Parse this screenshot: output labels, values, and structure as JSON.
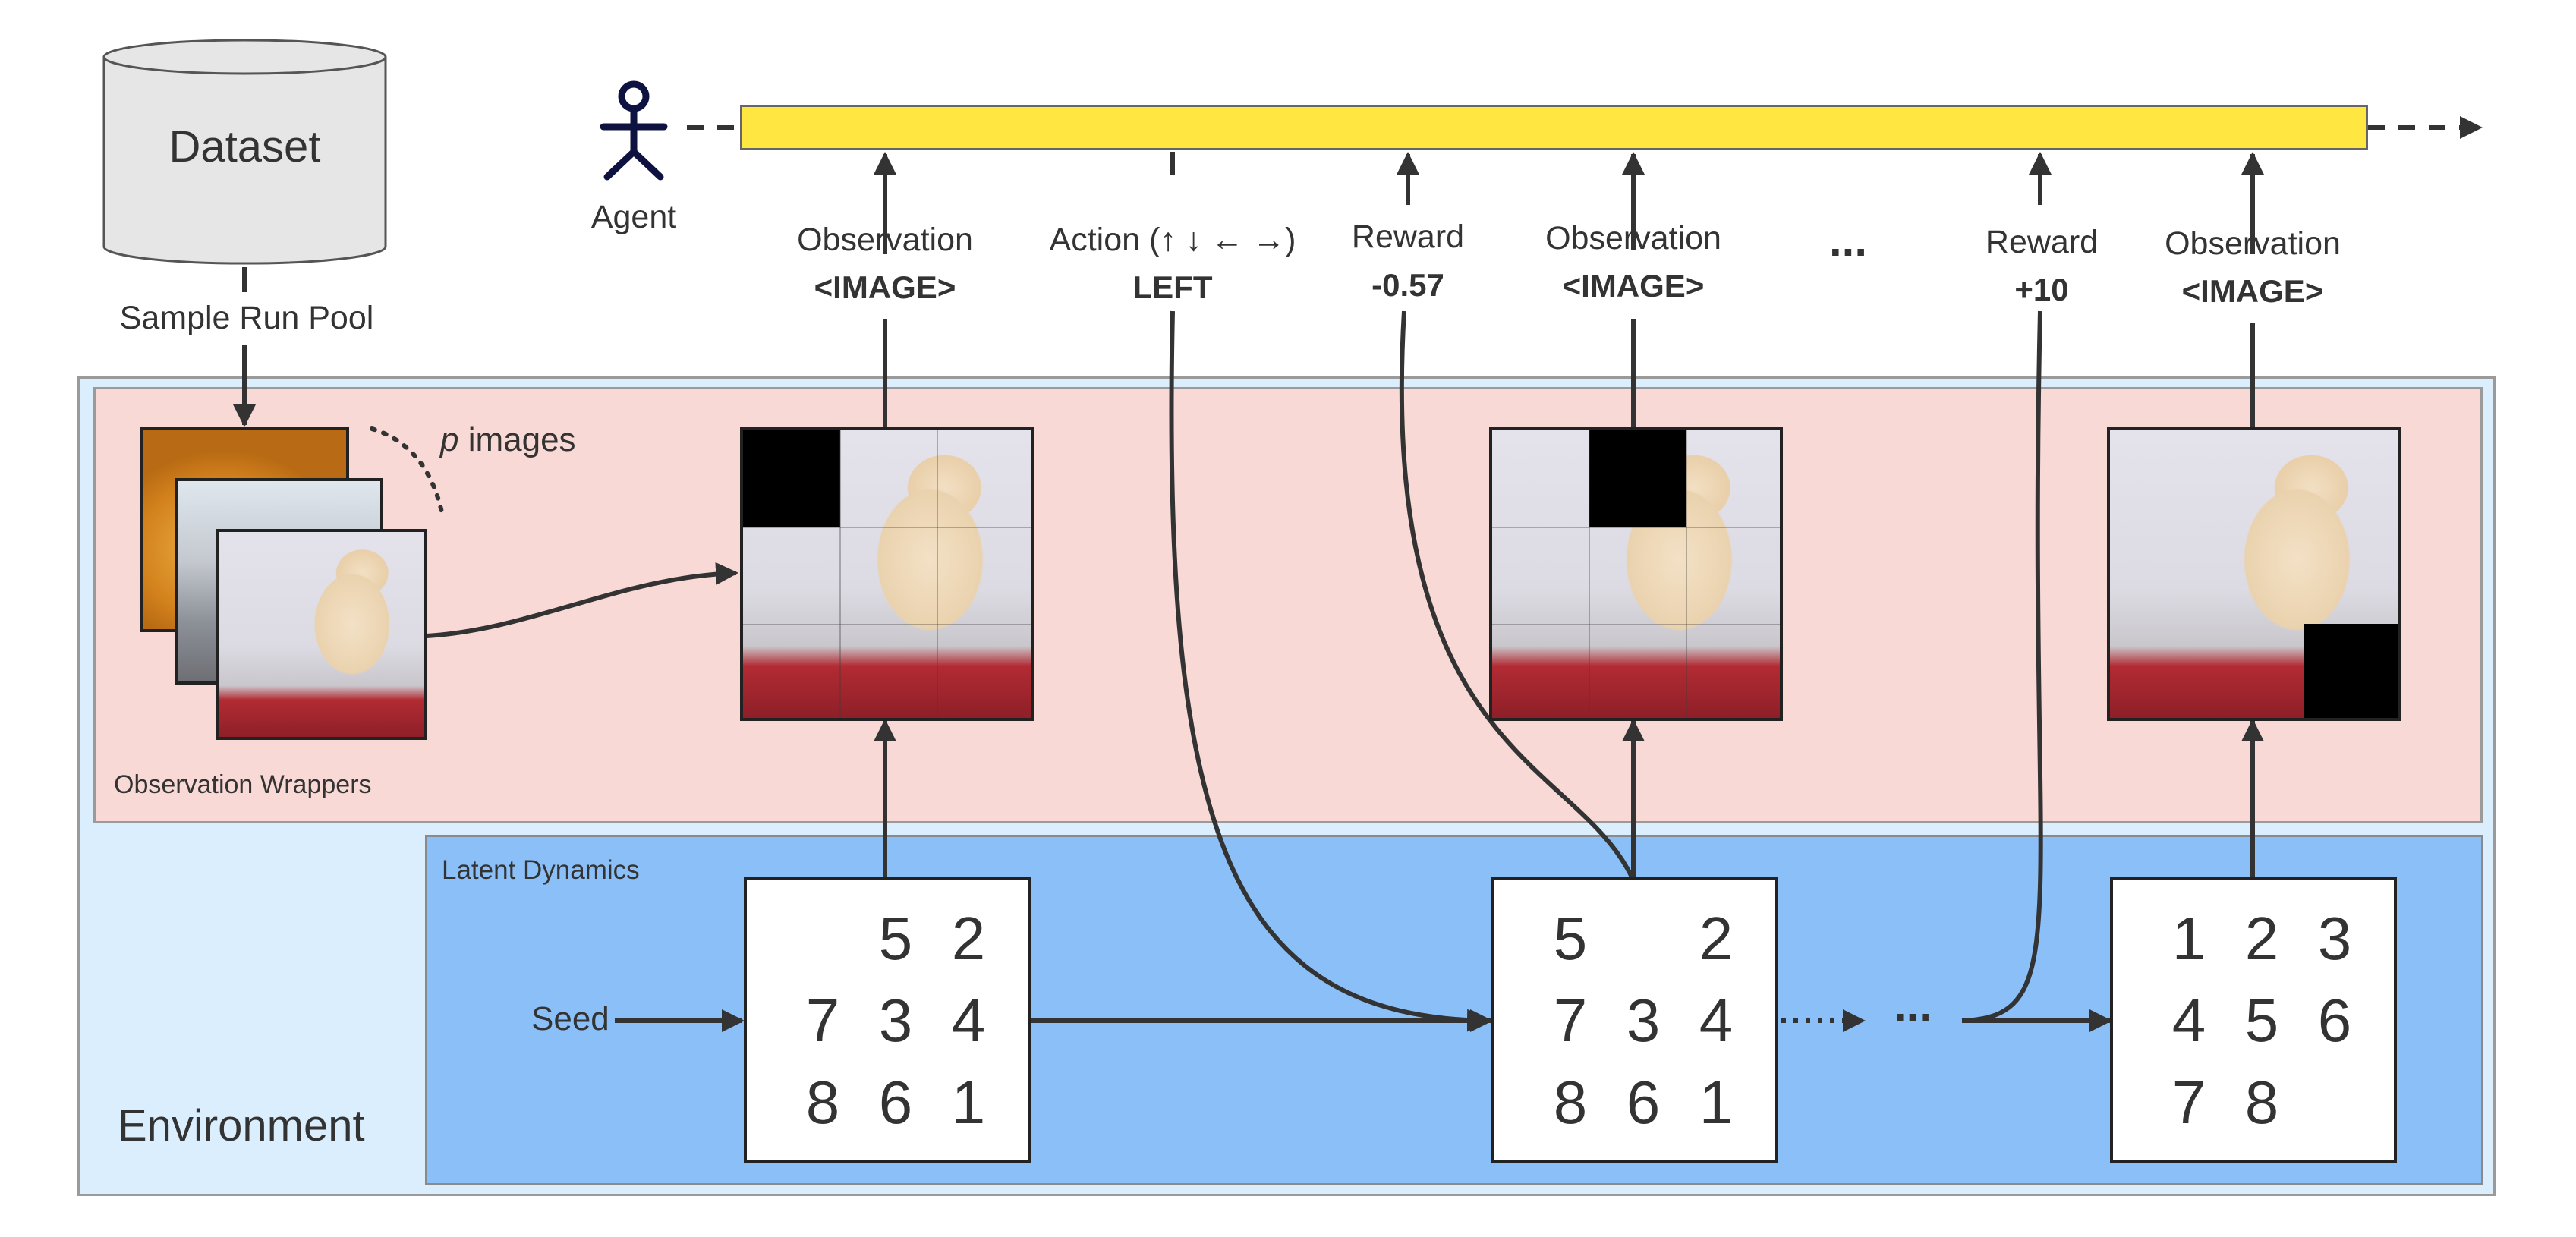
{
  "dataset": {
    "label": "Dataset",
    "edge_label": "Sample Run Pool"
  },
  "agent": {
    "label": "Agent"
  },
  "environment": {
    "label": "Environment"
  },
  "observation_wrappers": {
    "label": "Observation Wrappers",
    "stack_label_var": "p",
    "stack_label_rest": "images"
  },
  "latent_dynamics": {
    "label": "Latent Dynamics",
    "seed_label": "Seed"
  },
  "timeline": [
    {
      "title": "Observation",
      "value": "<IMAGE>"
    },
    {
      "title": "Action (↑ ↓ ← →)",
      "value": "LEFT"
    },
    {
      "title": "Reward",
      "value": "-0.57"
    },
    {
      "title": "Observation",
      "value": "<IMAGE>"
    },
    {
      "title": "...",
      "value": ""
    },
    {
      "title": "Reward",
      "value": "+10"
    },
    {
      "title": "Observation",
      "value": "<IMAGE>"
    }
  ],
  "boards": [
    {
      "cells": [
        "",
        "5",
        "2",
        "7",
        "3",
        "4",
        "8",
        "6",
        "1"
      ]
    },
    {
      "cells": [
        "5",
        "",
        "2",
        "7",
        "3",
        "4",
        "8",
        "6",
        "1"
      ]
    },
    {
      "cells": [
        "1",
        "2",
        "3",
        "4",
        "5",
        "6",
        "7",
        "8",
        ""
      ]
    }
  ],
  "latent_ellipsis": "...",
  "colors": {
    "agent_bar": "#ffe640",
    "environment_bg": "#dbeefe",
    "obs_wrapper_bg": "#f8d9d5",
    "latent_bg": "#8bbff8",
    "agent_icon": "#0d1240"
  }
}
